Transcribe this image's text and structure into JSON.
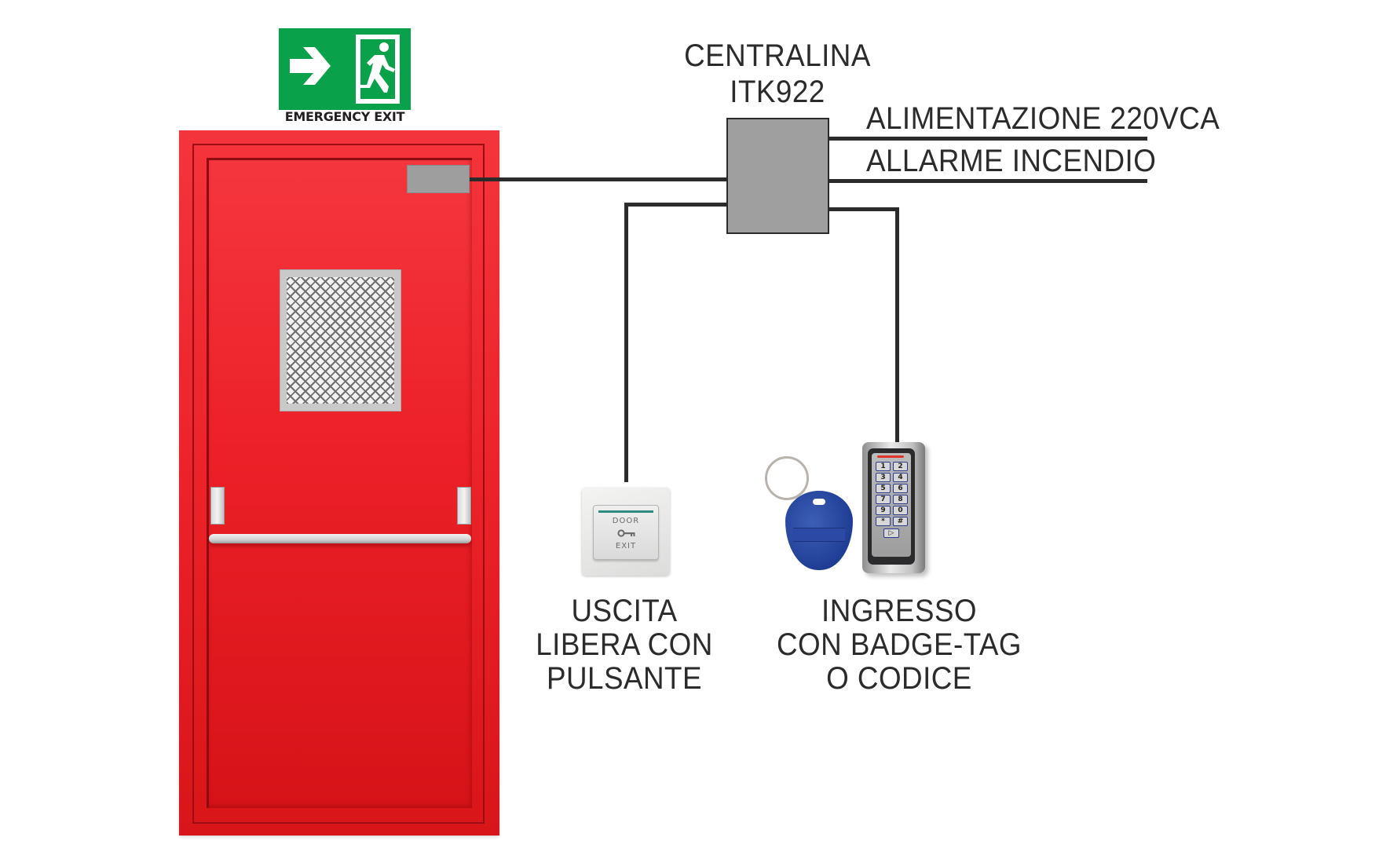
{
  "exit_sign": {
    "caption": "EMERGENCY EXIT",
    "icon": "running-man-exit-icon",
    "arrow_icon": "arrow-right-icon",
    "color": "#0aa14b"
  },
  "door": {
    "color": "#ec2028",
    "components": [
      "lock-plate",
      "vision-panel",
      "panic-bar"
    ]
  },
  "control_unit": {
    "title_line1": "CENTRALINA",
    "title_line2": "ITK922",
    "box_color": "#9e9f9e"
  },
  "inputs": {
    "power": "ALIMENTAZIONE 220VCA",
    "fire_alarm": "ALLARME INCENDIO"
  },
  "exit_button": {
    "device_text_top": "DOOR",
    "device_text_bottom": "EXIT",
    "label_line1": "USCITA",
    "label_line2": "LIBERA CON",
    "label_line3": "PULSANTE"
  },
  "entry_reader": {
    "keys": [
      "1",
      "2",
      "3",
      "4",
      "5",
      "6",
      "7",
      "8",
      "9",
      "0",
      "*",
      "#"
    ],
    "label_line1": "INGRESSO",
    "label_line2": "CON BADGE-TAG",
    "label_line3": "O CODICE"
  }
}
